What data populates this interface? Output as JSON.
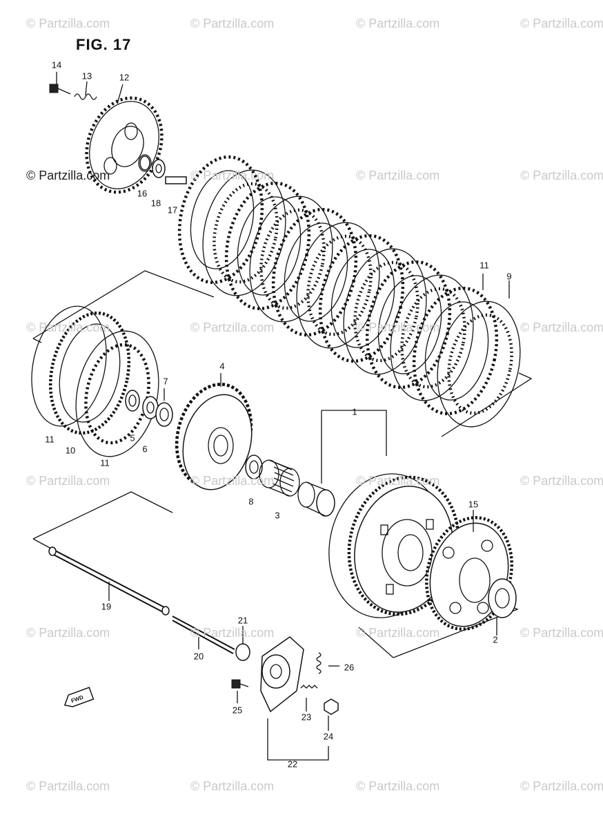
{
  "figure": {
    "title": "FIG. 17"
  },
  "watermarks": {
    "main": "© Partzilla.com",
    "tile": "© Partzilla.com"
  },
  "callouts": [
    {
      "id": "c1",
      "label": "1"
    },
    {
      "id": "c2",
      "label": "2"
    },
    {
      "id": "c3",
      "label": "3"
    },
    {
      "id": "c4",
      "label": "4"
    },
    {
      "id": "c5",
      "label": "5"
    },
    {
      "id": "c6",
      "label": "6"
    },
    {
      "id": "c7",
      "label": "7"
    },
    {
      "id": "c8",
      "label": "8"
    },
    {
      "id": "c9",
      "label": "9"
    },
    {
      "id": "c10",
      "label": "10"
    },
    {
      "id": "c11a",
      "label": "11"
    },
    {
      "id": "c11b",
      "label": "11"
    },
    {
      "id": "c11c",
      "label": "11"
    },
    {
      "id": "c12",
      "label": "12"
    },
    {
      "id": "c13",
      "label": "13"
    },
    {
      "id": "c14",
      "label": "14"
    },
    {
      "id": "c15",
      "label": "15"
    },
    {
      "id": "c16",
      "label": "16"
    },
    {
      "id": "c17",
      "label": "17"
    },
    {
      "id": "c18",
      "label": "18"
    },
    {
      "id": "c19",
      "label": "19"
    },
    {
      "id": "c20",
      "label": "20"
    },
    {
      "id": "c21",
      "label": "21"
    },
    {
      "id": "c22",
      "label": "22"
    },
    {
      "id": "c23",
      "label": "23"
    },
    {
      "id": "c24",
      "label": "24"
    },
    {
      "id": "c25",
      "label": "25"
    },
    {
      "id": "c26",
      "label": "26"
    }
  ],
  "fwd_label": "FWD"
}
